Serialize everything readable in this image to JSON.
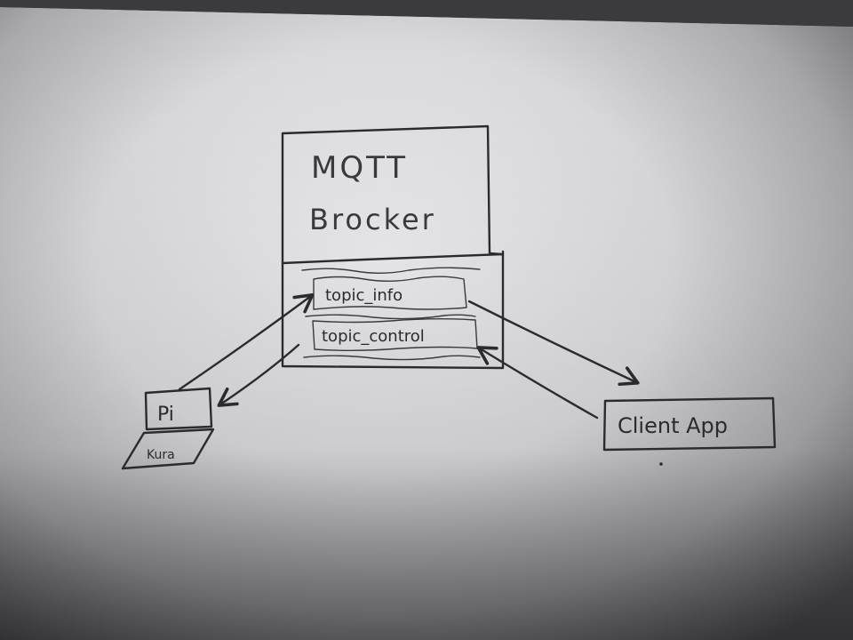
{
  "broker": {
    "title_line1": "MQTT",
    "title_line2": "Brocker",
    "topics": [
      "topic_info",
      "topic_control"
    ]
  },
  "pi": {
    "label": "Pi",
    "base_label": "Kura"
  },
  "client": {
    "label": "Client App"
  },
  "colors": {
    "ink": "#2b2a2e",
    "paper_light": "#ececee",
    "paper_dark": "#55555a"
  }
}
